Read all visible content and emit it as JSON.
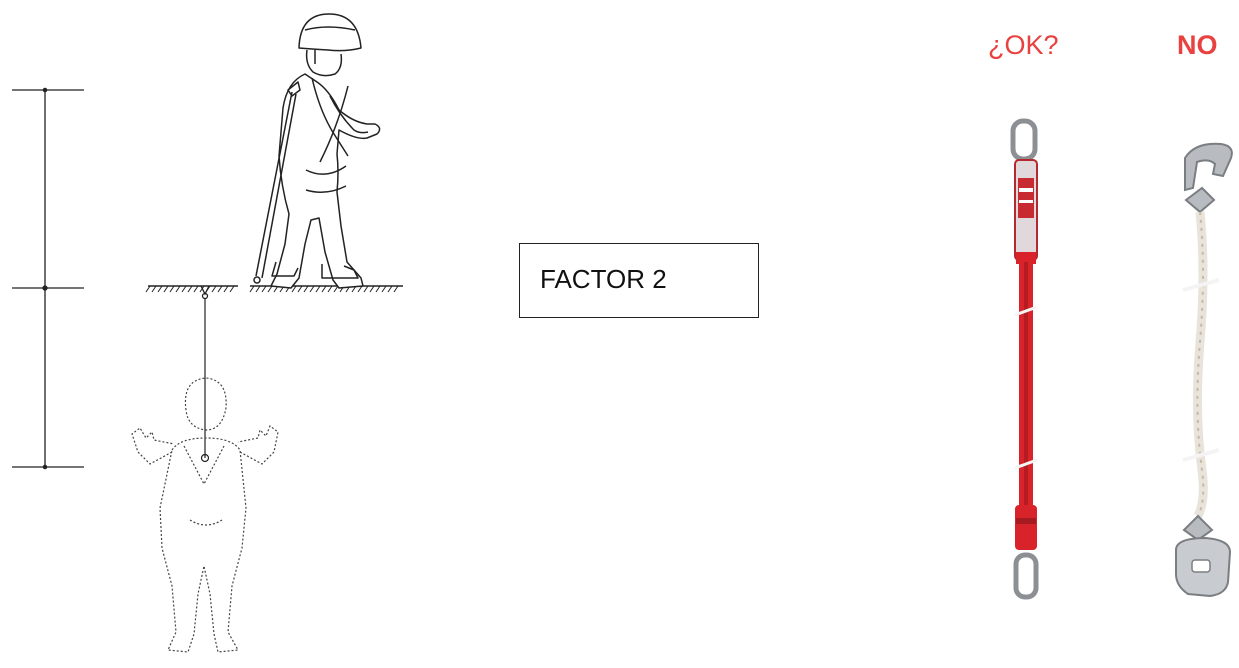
{
  "factor_box": {
    "label": "FACTOR 2"
  },
  "options": {
    "ok_label": "¿OK?",
    "no_label": "NO"
  },
  "illustrations": {
    "walking_worker": "worker-walking-on-platform",
    "fallen_worker": "worker-hanging-after-fall",
    "lanyard_ok": "red-webbing-lanyard-with-energy-absorber",
    "lanyard_no": "rope-lanyard-without-absorber"
  },
  "colors": {
    "accent_red": "#e8413f",
    "line": "#222222",
    "webbing_red": "#d8232a",
    "rope": "#e8e4dc",
    "metal": "#a8acb0"
  }
}
